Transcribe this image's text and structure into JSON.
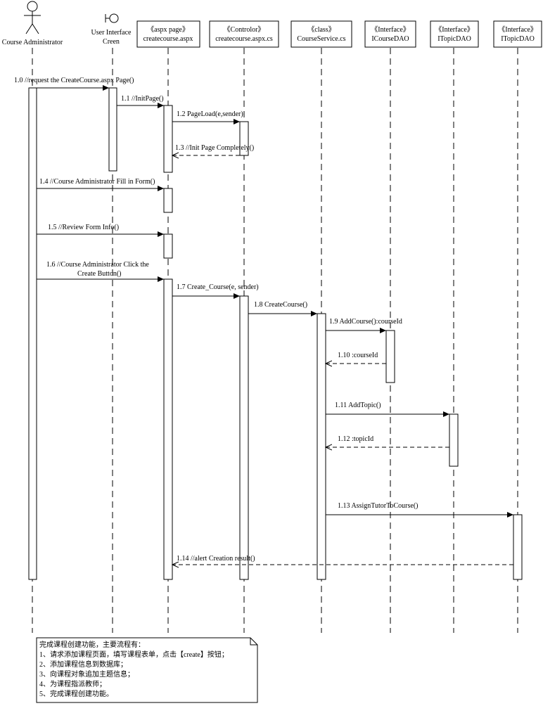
{
  "actor": {
    "label": "Course Administrator"
  },
  "boundary": {
    "label_line1": "User Interface",
    "label_line2": "Creen"
  },
  "lifelines": [
    {
      "stereotype": "《aspx page》",
      "name": "createcourse.aspx"
    },
    {
      "stereotype": "《Controlor》",
      "name": "createcourse.aspx.cs"
    },
    {
      "stereotype": "《class》",
      "name": "CourseService.cs"
    },
    {
      "stereotype": "《Interface》",
      "name": "ICourseDAO"
    },
    {
      "stereotype": "《Interface》",
      "name": "ITopicDAO"
    },
    {
      "stereotype": "《Interface》",
      "name": "ITopicDAO"
    }
  ],
  "messages": {
    "m1_0": "1.0 //request the CreateCourse.aspx Page()",
    "m1_1": "1.1 //InitPage()",
    "m1_2": "1.2 PageLoad(e,sender)",
    "m1_3": "1.3 //Init Page Completely()",
    "m1_4": "1.4 //Course Administrator Fill in Form()",
    "m1_5": "1.5 //Review Form Info()",
    "m1_6_line1": "1.6 //Course Administrator Click the",
    "m1_6_line2": "Create Button()",
    "m1_7": "1.7 Create_Course(e, sender)",
    "m1_8": "1.8 CreateCourse()",
    "m1_9": "1.9 AddCourse():courseId",
    "m1_10": "1.10 :courseId",
    "m1_11": "1.11 AddTopic()",
    "m1_12": "1.12 :topicId",
    "m1_13": "1.13 AssignTutorToCourse()",
    "m1_14": "1.14 //alert Creation result()"
  },
  "note": {
    "lines": [
      "完成课程创建功能，主要流程有：",
      "1、请求添加课程页面，填写课程表单，点击【create】按钮；",
      "2、添加课程信息到数据库；",
      "3、向课程对象追加主题信息；",
      "4、为课程指派教师；",
      "5、完成课程创建功能。"
    ]
  }
}
